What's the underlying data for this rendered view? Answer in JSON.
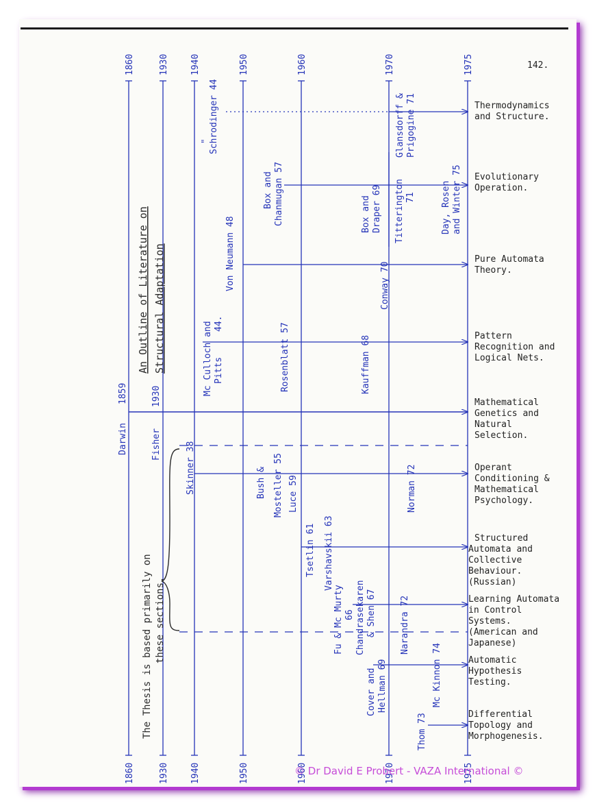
{
  "page_number": "142.",
  "title_line1": "An Outline of Literature on",
  "title_line2": "Structural Adaptation",
  "year_ticks": [
    {
      "label": "1860"
    },
    {
      "label": "1930"
    },
    {
      "label": "1940"
    },
    {
      "label": "1950"
    },
    {
      "label": "1960"
    },
    {
      "label": "1970"
    },
    {
      "label": "1975"
    }
  ],
  "bottom_year_ticks": [
    {
      "label": "1860"
    },
    {
      "label": "1930"
    },
    {
      "label": "1940"
    },
    {
      "label": "1950"
    },
    {
      "label": "1960"
    },
    {
      "label": "1970"
    },
    {
      "label": "1975"
    }
  ],
  "thesis_note": [
    "The Thesis is based primarily on",
    "these sections."
  ],
  "areas": [
    {
      "id": "thermo",
      "lines": [
        "Thermodynamics",
        "and Structure."
      ]
    },
    {
      "id": "evop",
      "lines": [
        "Evolutionary",
        "Operation."
      ]
    },
    {
      "id": "automata",
      "lines": [
        "Pure Automata",
        "Theory."
      ]
    },
    {
      "id": "pattern",
      "lines": [
        "Pattern",
        "Recognition and",
        "Logical Nets."
      ]
    },
    {
      "id": "genetics",
      "lines": [
        "Mathematical",
        "Genetics and",
        "Natural",
        "Selection."
      ]
    },
    {
      "id": "operant",
      "lines": [
        "Operant",
        "Conditioning &",
        "Mathematical",
        "Psychology."
      ]
    },
    {
      "id": "structured",
      "lines": [
        "Structured",
        "Automata and",
        "Collective",
        "Behaviour.",
        "(Russian)"
      ]
    },
    {
      "id": "learning",
      "lines": [
        "Learning Automata",
        "in Control",
        "Systems.",
        "(American and",
        "Japanese)"
      ]
    },
    {
      "id": "hypothesis",
      "lines": [
        "Automatic",
        "Hypothesis",
        "Testing."
      ]
    },
    {
      "id": "topology",
      "lines": [
        "Differential",
        "Topology and",
        "Morphogenesis."
      ]
    }
  ],
  "authors": [
    {
      "id": "schrodinger",
      "lines": [
        "\"",
        "Schrodinger 44"
      ]
    },
    {
      "id": "glansdorff",
      "lines": [
        "Glansdorff &",
        "Prigogine 71"
      ]
    },
    {
      "id": "box-chanmugan",
      "lines": [
        "Box and",
        "Chanmugan 57"
      ]
    },
    {
      "id": "box-draper",
      "lines": [
        "Box   and",
        "Draper 69"
      ]
    },
    {
      "id": "titterington",
      "lines": [
        "Titterington",
        "71"
      ]
    },
    {
      "id": "day-rosen",
      "lines": [
        "Day, Rosen",
        "and Winter 75"
      ]
    },
    {
      "id": "von-neumann",
      "lines": [
        "Von Neumann 48"
      ]
    },
    {
      "id": "conway",
      "lines": [
        "Conway 70"
      ]
    },
    {
      "id": "mcculloch",
      "lines": [
        "Mc Culloch and",
        "Pitts",
        "44."
      ]
    },
    {
      "id": "rosenblatt",
      "lines": [
        "Rosenblatt 57"
      ]
    },
    {
      "id": "kauffman",
      "lines": [
        "Kauffman  68"
      ]
    },
    {
      "id": "darwin",
      "lines": [
        "Darwin",
        "1859"
      ]
    },
    {
      "id": "fisher",
      "lines": [
        "Fisher",
        "1930"
      ]
    },
    {
      "id": "skinner",
      "lines": [
        "Skinner 38"
      ]
    },
    {
      "id": "bush-mosteller",
      "lines": [
        "Bush &",
        "Mosteller 55"
      ]
    },
    {
      "id": "luce",
      "lines": [
        "Luce 59"
      ]
    },
    {
      "id": "norman",
      "lines": [
        "Norman  72"
      ]
    },
    {
      "id": "tsetlin",
      "lines": [
        "Tsetlin 61"
      ]
    },
    {
      "id": "varshavskii",
      "lines": [
        "Varshavskii 63"
      ]
    },
    {
      "id": "fu-mcmurty",
      "lines": [
        "Fu & Mc Murty",
        "66"
      ]
    },
    {
      "id": "chandrasekaren",
      "lines": [
        "Chandrasekaren",
        "& Shen 67"
      ]
    },
    {
      "id": "narandra",
      "lines": [
        "Narandra  72"
      ]
    },
    {
      "id": "cover-hellman",
      "lines": [
        "Cover and",
        "Hellman 69"
      ]
    },
    {
      "id": "mckinnon",
      "lines": [
        "Mc Kinnon  74"
      ]
    },
    {
      "id": "thom",
      "lines": [
        "Thom 73"
      ]
    }
  ],
  "watermark": "© Dr David E Probert - VAZA International ©",
  "colors": {
    "ink": "#2433b8",
    "pencil": "#2a2a2a",
    "paper": "#fbfbf8",
    "frame": "#b23bd0",
    "watermark": "#c64dd8"
  }
}
